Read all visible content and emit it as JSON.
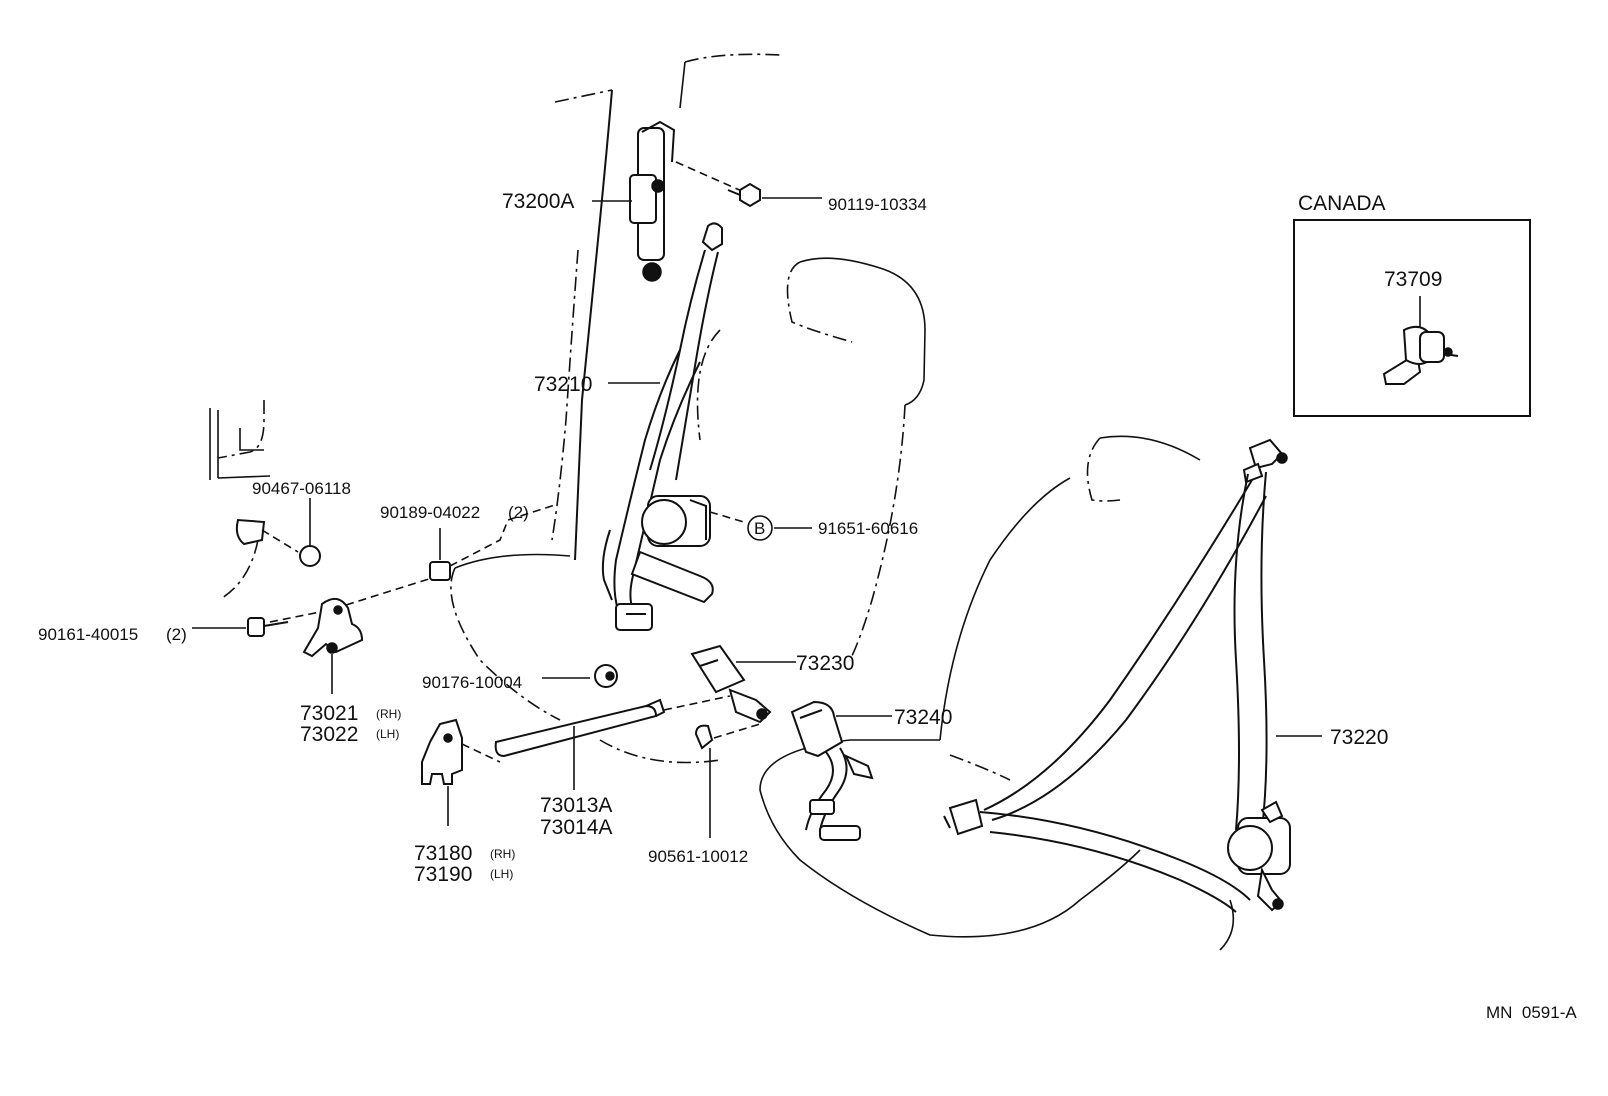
{
  "labels": {
    "p73200A": "73200A",
    "p90119": "90119-10334",
    "canada": "CANADA",
    "p73709": "73709",
    "p73210": "73210",
    "p90467": "90467-06118",
    "p90189": "90189-04022",
    "p90189_qty": "(2)",
    "b_circle": "B",
    "p91651": "91651-60616",
    "p90161": "90161-40015",
    "p90161_qty": "(2)",
    "p73230": "73230",
    "p90176": "90176-10004",
    "p73240": "73240",
    "p73220": "73220",
    "p73021": "73021",
    "rh1": "(RH)",
    "p73022": "73022",
    "lh1": "(LH)",
    "p73013A": "73013A",
    "p73014A": "73014A",
    "p90561": "90561-10012",
    "p73180": "73180",
    "rh2": "(RH)",
    "p73190": "73190",
    "lh2": "(LH)",
    "figure_code": "MN  0591-A"
  }
}
